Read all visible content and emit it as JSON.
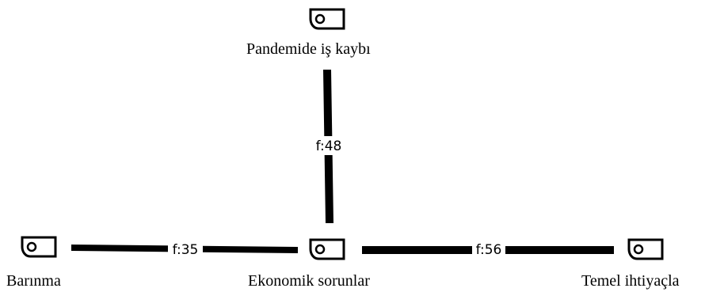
{
  "colors": {
    "edge": "#000000",
    "node_icon": "#000000",
    "background": "#ffffff"
  },
  "nodes": [
    {
      "id": "pandemide",
      "label": "Pandemide iş kaybı",
      "icon": "code-node-icon"
    },
    {
      "id": "barinma",
      "label": "Barınma",
      "icon": "code-node-icon"
    },
    {
      "id": "ekonomik",
      "label": "Ekonomik sorunlar",
      "icon": "code-node-icon"
    },
    {
      "id": "temel",
      "label": "Temel ihtiyaçla",
      "icon": "code-node-icon"
    }
  ],
  "edges": [
    {
      "from": "pandemide",
      "to": "ekonomik",
      "label": "f:48"
    },
    {
      "from": "barinma",
      "to": "ekonomik",
      "label": "f:35"
    },
    {
      "from": "ekonomik",
      "to": "temel",
      "label": "f:56"
    }
  ]
}
